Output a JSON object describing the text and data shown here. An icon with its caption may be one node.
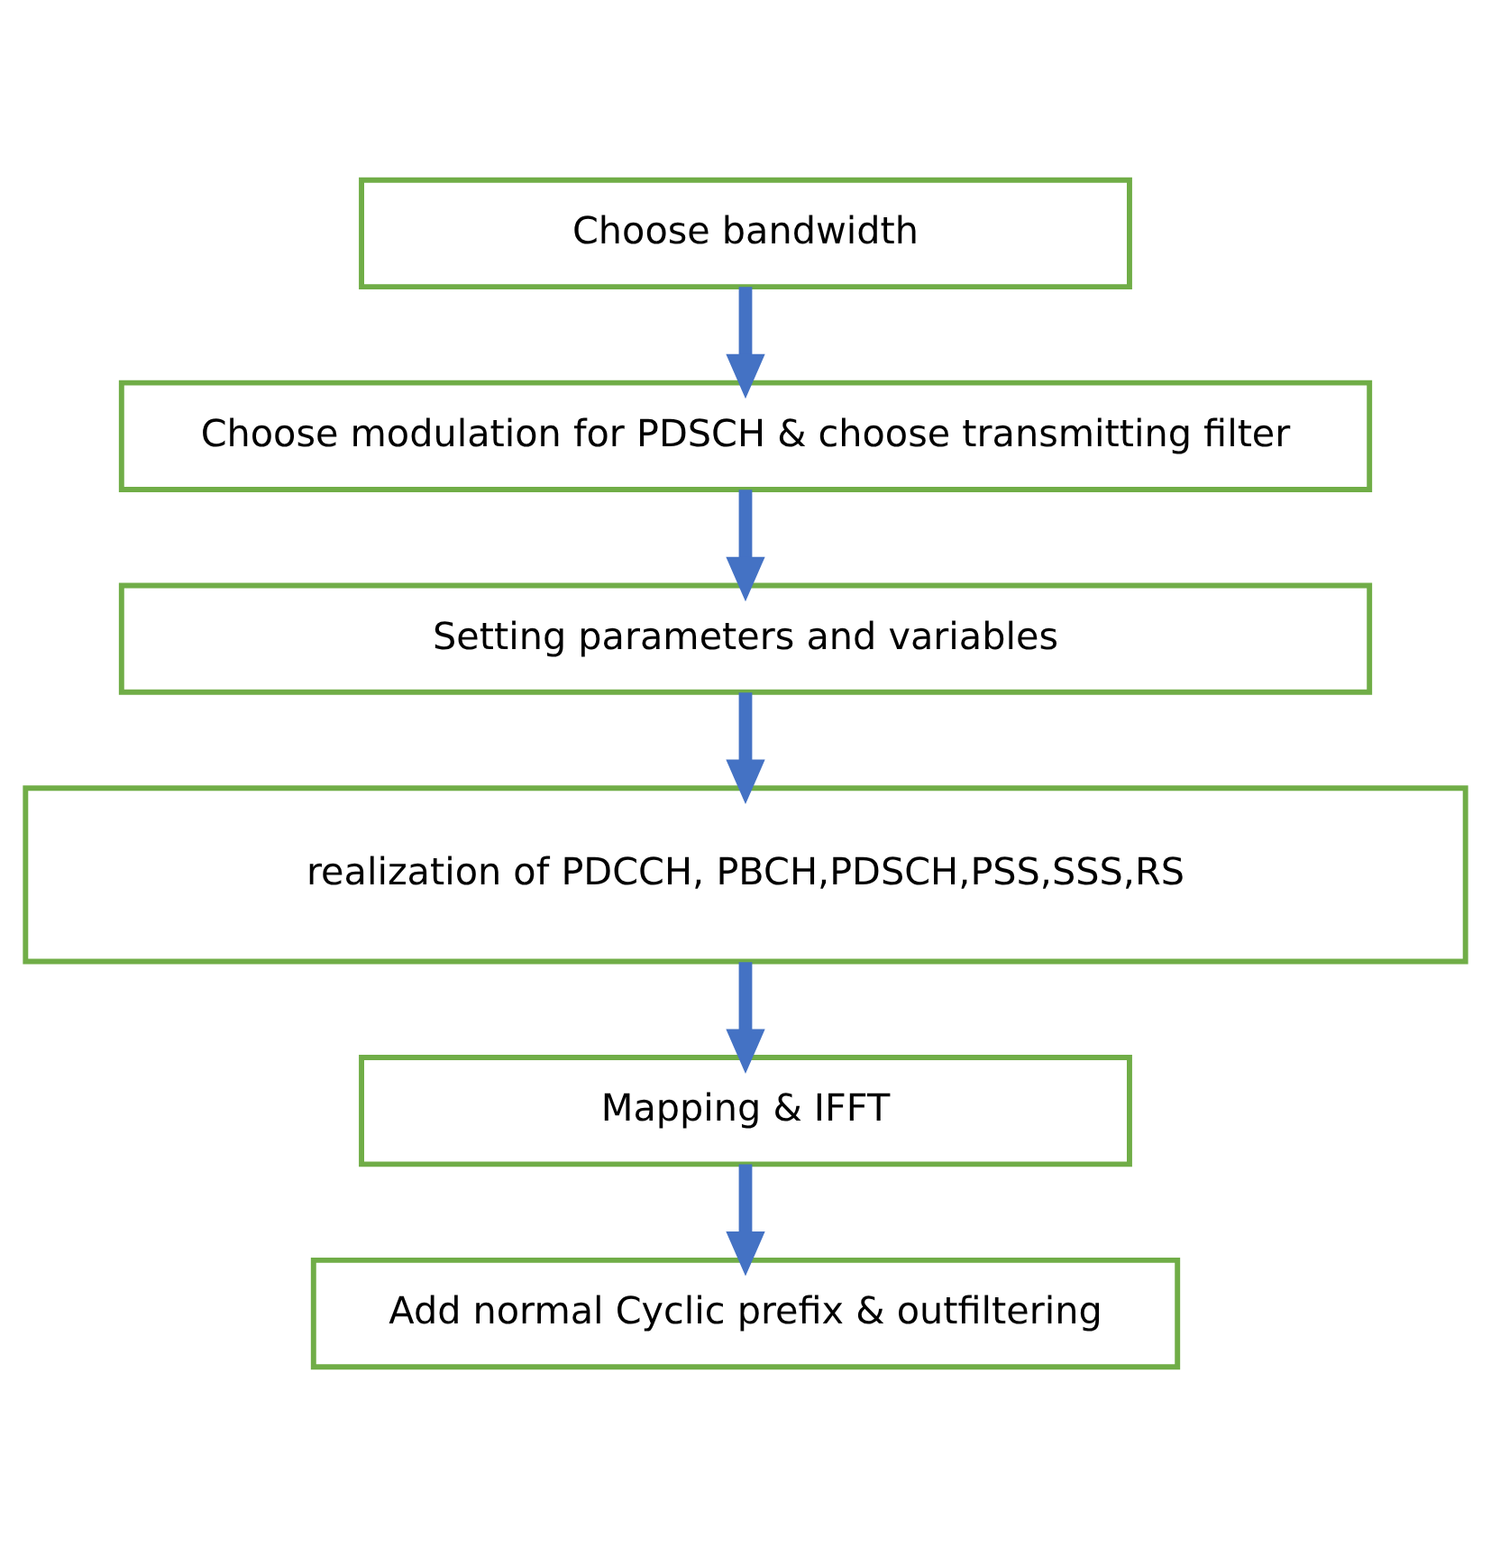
{
  "diagram": {
    "nodes": [
      {
        "text": [
          "Choose bandwidth"
        ]
      },
      {
        "text": [
          "Choose modulation for PDSCH & choose transmitting filter"
        ]
      },
      {
        "text": [
          "Setting parameters and variables"
        ]
      },
      {
        "text": [
          "realization of PDCCH, PBCH,PDSCH,PSS,SSS,RS"
        ]
      },
      {
        "text": [
          "Mapping & IFFT"
        ]
      },
      {
        "text": [
          "Add normal Cyclic prefix & outfiltering"
        ]
      }
    ],
    "edges": [
      {
        "from": 0,
        "to": 1,
        "arrow": "to"
      },
      {
        "from": 1,
        "to": 2,
        "arrow": "to"
      },
      {
        "from": 2,
        "to": 3,
        "arrow": "to"
      },
      {
        "from": 3,
        "to": 4,
        "arrow": "to"
      },
      {
        "from": 4,
        "to": 5,
        "arrow": "to"
      }
    ]
  }
}
